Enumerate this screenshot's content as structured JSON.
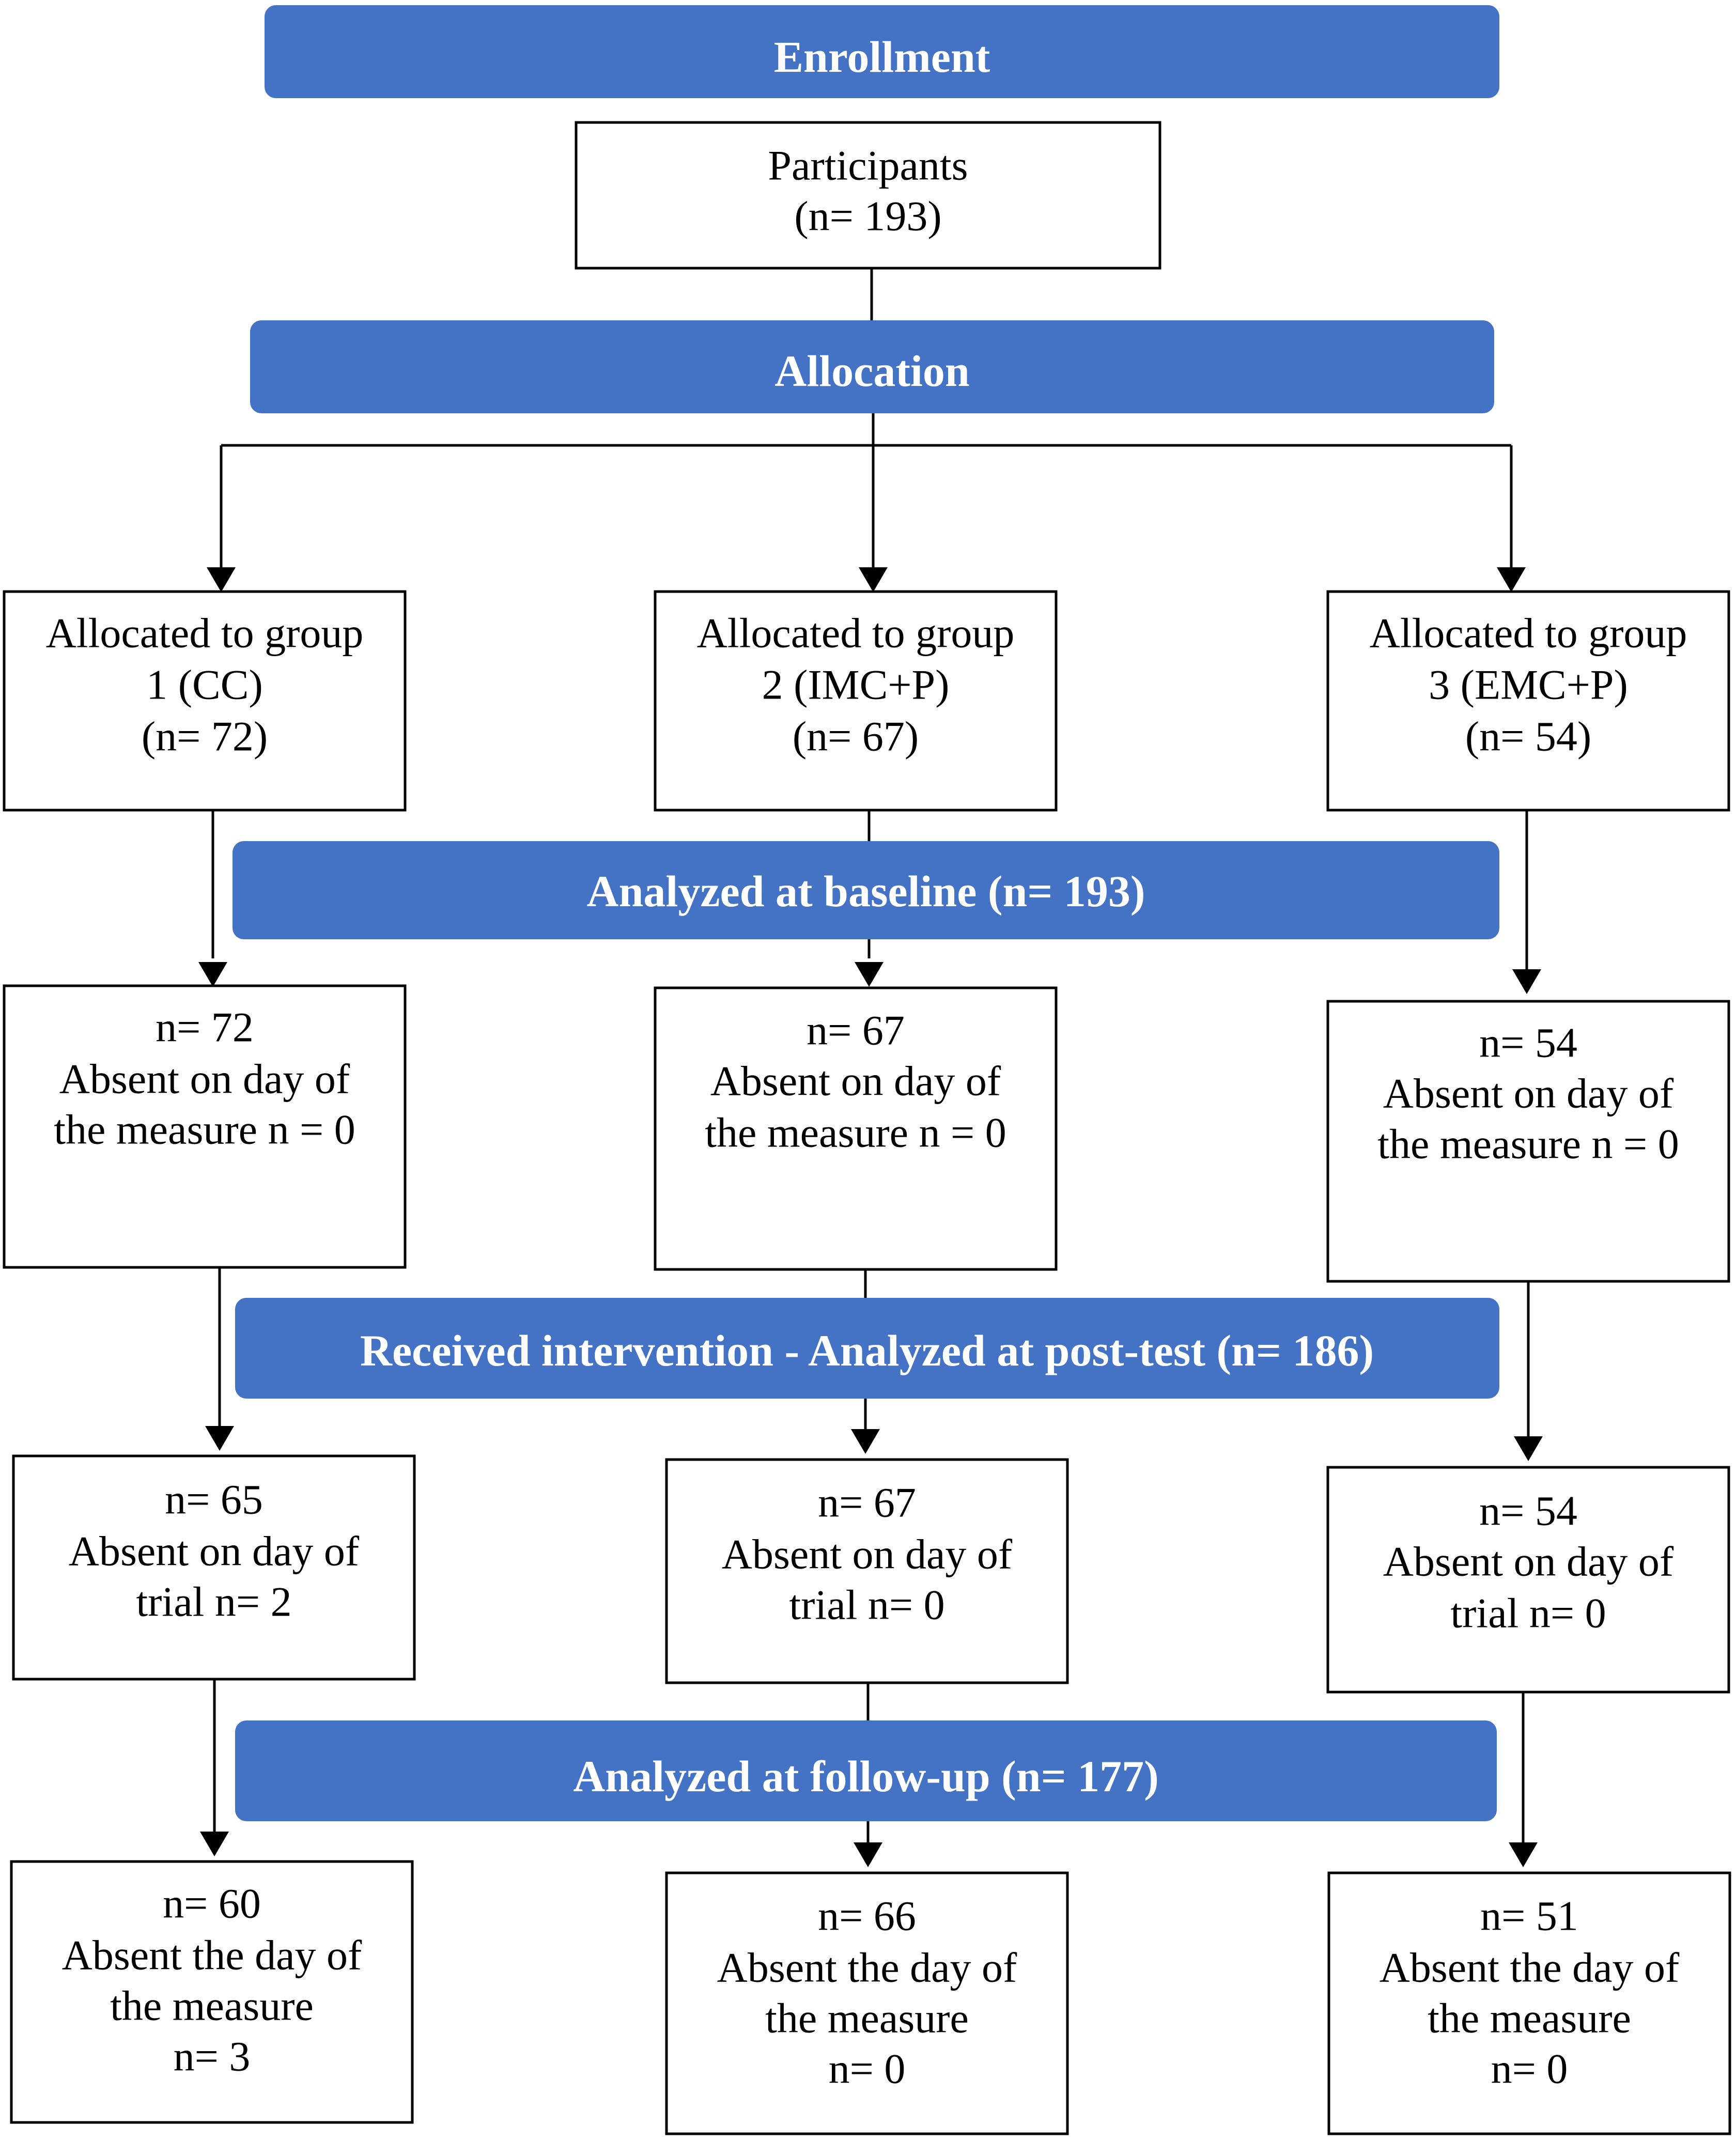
{
  "colors": {
    "banner_fill": "#4472C4",
    "banner_text": "#ffffff",
    "box_border": "#000000",
    "text": "#000000"
  },
  "banners": {
    "enrollment": "Enrollment",
    "allocation": "Allocation",
    "baseline": "Analyzed at baseline (n= 193)",
    "posttest": "Received intervention - Analyzed at post-test (n= 186)",
    "followup": "Analyzed at follow-up (n= 177)"
  },
  "participants": {
    "lines": [
      "Participants",
      "(n= 193)"
    ]
  },
  "allocation_groups": [
    {
      "lines": [
        "Allocated to group",
        "1 (CC)",
        "(n= 72)"
      ]
    },
    {
      "lines": [
        "Allocated to group",
        "2 (IMC+P)",
        "(n= 67)"
      ]
    },
    {
      "lines": [
        "Allocated to group",
        "3 (EMC+P)",
        "(n= 54)"
      ]
    }
  ],
  "baseline_groups": [
    {
      "lines": [
        "n= 72",
        "Absent on day of",
        "the measure n = 0"
      ]
    },
    {
      "lines": [
        "n= 67",
        "Absent on day of",
        "the measure n = 0"
      ]
    },
    {
      "lines": [
        "n= 54",
        "Absent on day of",
        "the measure n = 0"
      ]
    }
  ],
  "posttest_groups": [
    {
      "lines": [
        "n= 65",
        "Absent on day of",
        "trial n= 2"
      ]
    },
    {
      "lines": [
        "n= 67",
        "Absent on day of",
        "trial n= 0"
      ]
    },
    {
      "lines": [
        "n= 54",
        "Absent on day of",
        "trial n= 0"
      ]
    }
  ],
  "followup_groups": [
    {
      "lines": [
        "n= 60",
        "Absent the day of",
        "the measure",
        "n= 3"
      ]
    },
    {
      "lines": [
        "n= 66",
        "Absent the day of",
        "the measure",
        "n= 0"
      ]
    },
    {
      "lines": [
        "n= 51",
        "Absent the day of",
        "the measure",
        "n= 0"
      ]
    }
  ]
}
